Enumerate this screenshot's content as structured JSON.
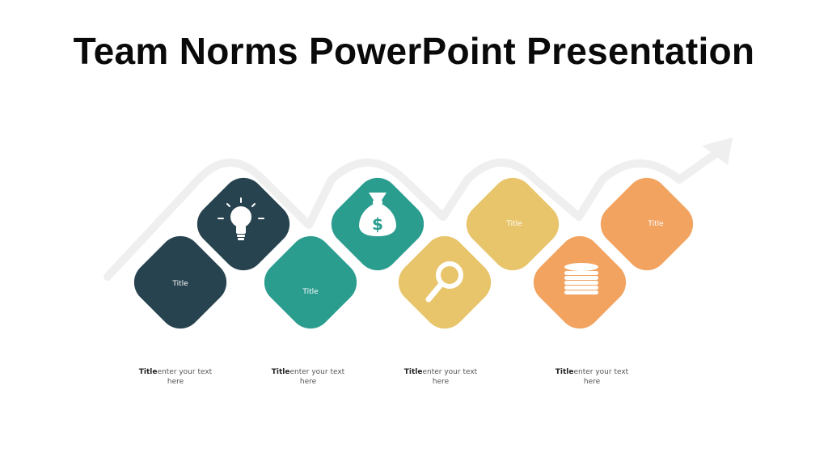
{
  "slide": {
    "title": "Team Norms PowerPoint Presentation"
  },
  "colors": {
    "dark": "#27434F",
    "teal": "#2A9D8F",
    "yellow": "#E8C46A",
    "orange": "#F2A360",
    "path": "#EFEFEF"
  },
  "tiles": [
    {
      "label": "Title",
      "icon": null,
      "color": "dark"
    },
    {
      "label": "",
      "icon": "lightbulb-icon",
      "color": "dark"
    },
    {
      "label": "Title",
      "icon": null,
      "color": "teal"
    },
    {
      "label": "",
      "icon": "money-bag-icon",
      "color": "teal"
    },
    {
      "label": "",
      "icon": "magnifier-icon",
      "color": "yellow"
    },
    {
      "label": "Title",
      "icon": null,
      "color": "yellow"
    },
    {
      "label": "",
      "icon": "coin-stack-icon",
      "color": "orange"
    },
    {
      "label": "Title",
      "icon": null,
      "color": "orange"
    }
  ],
  "captions": [
    {
      "title": "Title",
      "text": "enter your text here"
    },
    {
      "title": "Title",
      "text": "enter your text here"
    },
    {
      "title": "Title",
      "text": "enter your text here"
    },
    {
      "title": "Title",
      "text": "enter your text here"
    }
  ]
}
